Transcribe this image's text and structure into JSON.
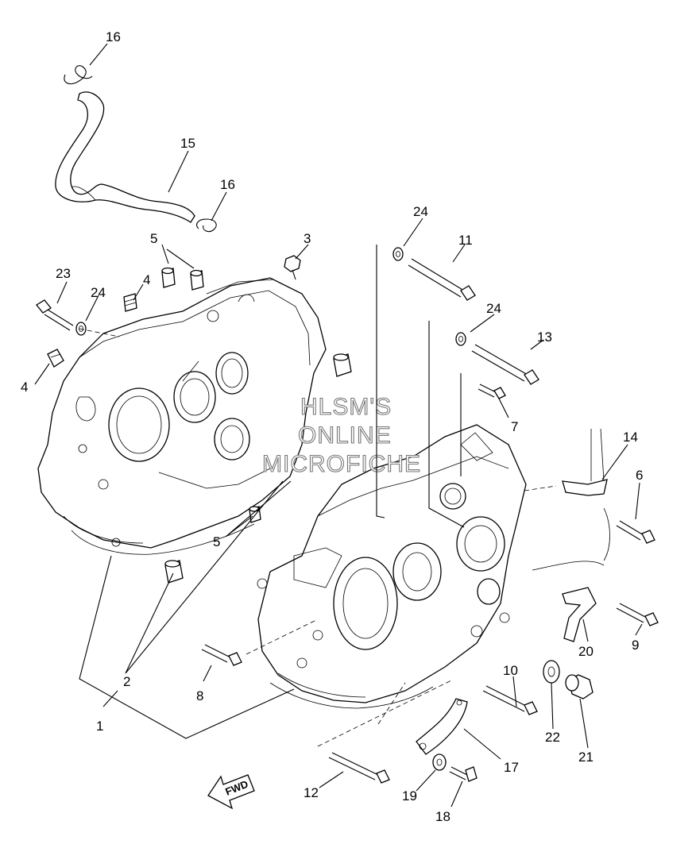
{
  "watermark": {
    "line1": "HLSM'S",
    "line2": "ONLINE",
    "line3": "MICROFICHE"
  },
  "direction_label": "FWD",
  "callouts": [
    {
      "id": "c16a",
      "text": "16"
    },
    {
      "id": "c15",
      "text": "15"
    },
    {
      "id": "c16b",
      "text": "16"
    },
    {
      "id": "c5a",
      "text": "5"
    },
    {
      "id": "c3",
      "text": "3"
    },
    {
      "id": "c24a",
      "text": "24"
    },
    {
      "id": "c11",
      "text": "11"
    },
    {
      "id": "c23",
      "text": "23"
    },
    {
      "id": "c4a",
      "text": "4"
    },
    {
      "id": "c24b",
      "text": "24"
    },
    {
      "id": "c24c",
      "text": "24"
    },
    {
      "id": "c13",
      "text": "13"
    },
    {
      "id": "c4b",
      "text": "4"
    },
    {
      "id": "c7",
      "text": "7"
    },
    {
      "id": "c14",
      "text": "14"
    },
    {
      "id": "c6",
      "text": "6"
    },
    {
      "id": "c5b",
      "text": "5"
    },
    {
      "id": "c9",
      "text": "9"
    },
    {
      "id": "c20",
      "text": "20"
    },
    {
      "id": "c2",
      "text": "2"
    },
    {
      "id": "c8",
      "text": "8"
    },
    {
      "id": "c10",
      "text": "10"
    },
    {
      "id": "c1",
      "text": "1"
    },
    {
      "id": "c22",
      "text": "22"
    },
    {
      "id": "c21",
      "text": "21"
    },
    {
      "id": "c17",
      "text": "17"
    },
    {
      "id": "c12",
      "text": "12"
    },
    {
      "id": "c19",
      "text": "19"
    },
    {
      "id": "c18",
      "text": "18"
    }
  ]
}
